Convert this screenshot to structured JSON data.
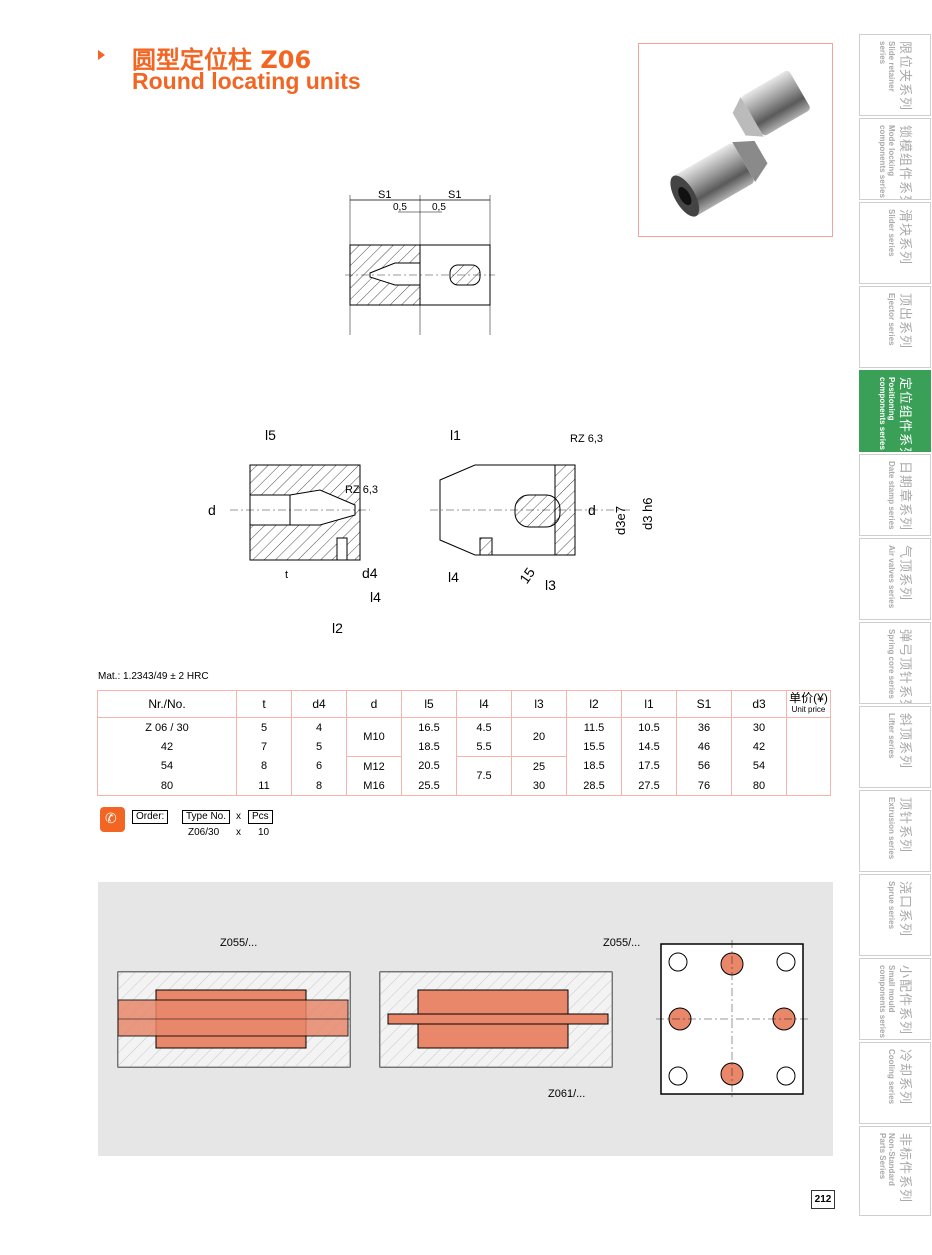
{
  "header": {
    "title_zh": "圆型定位柱 Z06",
    "title_en": "Round locating units"
  },
  "drawing_labels": {
    "s1_left": "S1",
    "s1_right": "S1",
    "gap_left": "0,5",
    "gap_right": "0,5",
    "l5": "l5",
    "l1": "l1",
    "rz_left": "RZ 6,3",
    "rz_right": "RZ 6,3",
    "d_left": "d",
    "d_right": "d",
    "t": "t",
    "d4": "d4",
    "l4_left": "l4",
    "l2": "l2",
    "l4_right": "l4",
    "angle": "15",
    "l3": "l3",
    "d3e7": "d3e7",
    "d3h6": "d3 h6"
  },
  "material": "Mat.: 1.2343/49 ± 2 HRC",
  "table": {
    "headers": [
      "Nr./No.",
      "t",
      "d4",
      "d",
      "l5",
      "l4",
      "l3",
      "l2",
      "l1",
      "S1",
      "d3"
    ],
    "price_header": "单价(¥)",
    "price_header_en": "Unit price",
    "rows": [
      {
        "no": "Z 06 / 30",
        "t": "5",
        "d4": "4",
        "l5": "16.5",
        "l4": "4.5",
        "l2": "11.5",
        "l1": "10.5",
        "s1": "36",
        "d3": "30"
      },
      {
        "no": "42",
        "t": "7",
        "d4": "5",
        "l5": "18.5",
        "l4": "5.5",
        "l2": "15.5",
        "l1": "14.5",
        "s1": "46",
        "d3": "42"
      },
      {
        "no": "54",
        "t": "8",
        "d4": "6",
        "d": "M12",
        "l5": "20.5",
        "l3": "25",
        "l2": "18.5",
        "l1": "17.5",
        "s1": "56",
        "d3": "54"
      },
      {
        "no": "80",
        "t": "11",
        "d4": "8",
        "d": "M16",
        "l5": "25.5",
        "l3": "30",
        "l2": "28.5",
        "l1": "27.5",
        "s1": "76",
        "d3": "80"
      }
    ],
    "merged_d": "M10",
    "merged_l3": "20",
    "merged_l4": "7.5"
  },
  "order": {
    "label": "Order:",
    "type_no": "Type No.",
    "x1": "x",
    "pcs": "Pcs",
    "example_type": "Z06/30",
    "x2": "x",
    "example_qty": "10"
  },
  "applications": {
    "label1": "Z055/...",
    "label2": "Z055/...",
    "label3": "Z061/..."
  },
  "sidebar": {
    "items": [
      {
        "zh": "限位夹系列",
        "en": "Slide retainer series"
      },
      {
        "zh": "锁模组件系列",
        "en": "Mode locking components series"
      },
      {
        "zh": "滑块系列",
        "en": "Slider series"
      },
      {
        "zh": "顶出系列",
        "en": "Ejector series"
      },
      {
        "zh": "定位组件系列",
        "en": "Positioning components series"
      },
      {
        "zh": "日期章系列",
        "en": "Date stamp series"
      },
      {
        "zh": "气顶系列",
        "en": "Air valves series"
      },
      {
        "zh": "弹弓顶针系列",
        "en": "Spring core series"
      },
      {
        "zh": "斜顶系列",
        "en": "Lifter series"
      },
      {
        "zh": "顶针系列",
        "en": "Extrusion series"
      },
      {
        "zh": "浇口系列",
        "en": "Sprue series"
      },
      {
        "zh": "小配件系列",
        "en": "Small mould components series"
      },
      {
        "zh": "冷却系列",
        "en": "Cooling series"
      },
      {
        "zh": "非标件系列",
        "en": "Non-Standard Parts Series"
      }
    ]
  },
  "page_number": "212",
  "colors": {
    "accent": "#f26522",
    "active_tab": "#3aa057",
    "table_border": "#f3b5ac",
    "copper": "#e8876a"
  }
}
